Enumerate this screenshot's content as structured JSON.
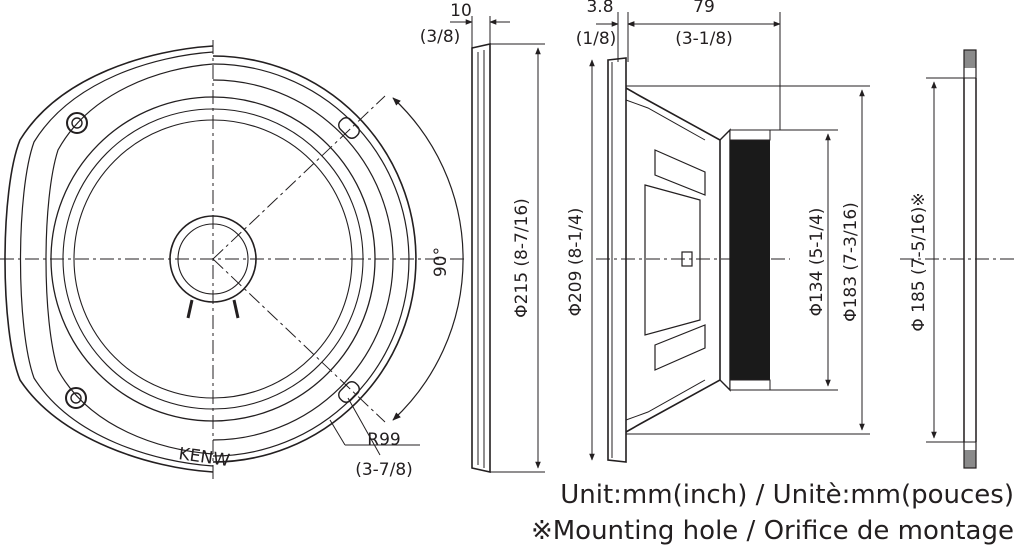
{
  "front_view": {
    "brand_text": "KENW",
    "angle_label": "90°",
    "radius_label": "R99",
    "radius_label_inch": "(3-7/8)"
  },
  "grille_view": {
    "depth_top": "10",
    "depth_top_inch": "(3/8)",
    "diameter_label": "Φ215 (8-7/16)"
  },
  "side_view": {
    "flange_depth": "3.8",
    "flange_depth_inch": "(1/8)",
    "mount_depth": "79",
    "mount_depth_inch": "(3-1/8)",
    "diameter_frame": "Φ209 (8-1/4)",
    "diameter_magnet": "Φ134 (5-1/4)",
    "diameter_outer": "Φ183 (7-3/16)"
  },
  "cutout_view": {
    "diameter_label": "Φ 185 (7-5/16)※"
  },
  "notes": {
    "unit_line": "Unit:mm(inch) / Unitè:mm(pouces)",
    "mounting_line": "※Mounting hole / Orifice de montage"
  },
  "colors": {
    "line": "#231f20",
    "magnet": "#1a1a1a",
    "panel": "#8a8a8a"
  }
}
